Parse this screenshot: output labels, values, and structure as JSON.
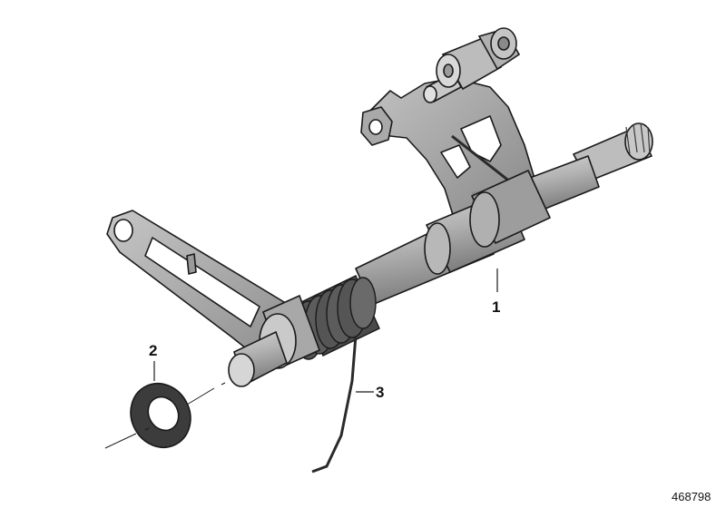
{
  "callouts": {
    "shaft": "1",
    "washer": "2",
    "spring": "3"
  },
  "diagram_ref": "468798",
  "colors": {
    "part_fill": "#b4b4b4",
    "part_shadow": "#7a7a7a",
    "part_dark": "#4a4a4a",
    "outline": "#1a1a1a",
    "background": "#ffffff"
  }
}
